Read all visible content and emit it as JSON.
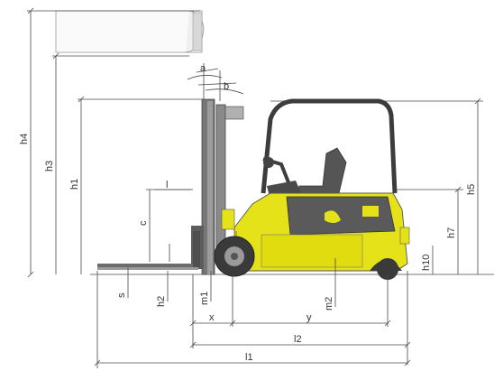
{
  "labels": {
    "h4": "h4",
    "h3": "h3",
    "h1": "h1",
    "h5": "h5",
    "h7": "h7",
    "h10": "h10",
    "a": "a",
    "b": "b",
    "l": "l",
    "c": "c",
    "s": "s",
    "h2": "h2",
    "m1": "m1",
    "m2": "m2",
    "x": "x",
    "y": "y",
    "l2": "l2",
    "l1": "l1"
  },
  "colors": {
    "body_yellow": "#e6e21a",
    "dark_grey": "#5b5b5b",
    "mast_grey": "#7a7a7a",
    "line": "#4a4a4a"
  }
}
